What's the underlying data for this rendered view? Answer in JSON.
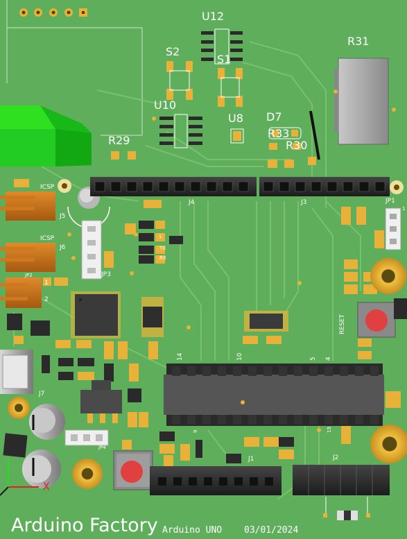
{
  "board": {
    "silkscreen_color": "#ffffff",
    "pcb_color": "#5fae5c",
    "copper_color": "#e8b23a",
    "header_color": "#2b2b2b"
  },
  "components": {
    "U12": "U12",
    "S2": "S2",
    "S1": "S1",
    "U10": "U10",
    "U8": "U8",
    "D7": "D7",
    "R33": "R33",
    "R30": "R30",
    "R31": "R31",
    "R29": "R29",
    "ICSP_top": "ICSP",
    "ICSP_mid": "ICSP",
    "J5": "J5",
    "J6": "J6",
    "J4": "J4",
    "J3": "J3",
    "JP1": "JP1",
    "JP1_pin": "1",
    "JP3": "JP3",
    "JP2": "JP2",
    "JP2_pin1": "1",
    "JP2_pin2": "2",
    "JP4": "JP4",
    "J7": "J7",
    "J1": "J1",
    "J2": "J2",
    "RESET": "RESET",
    "pin14": "14",
    "pin10": "10",
    "pin5": "5",
    "pin4": "4",
    "pin15": "15",
    "pin9": "9",
    "L": "L",
    "TX": "TX",
    "RX": "RX",
    "axis_x": "X"
  },
  "footer": {
    "title": "Arduino Factory",
    "board_name": "Arduino UNO",
    "date": "03/01/2024"
  }
}
